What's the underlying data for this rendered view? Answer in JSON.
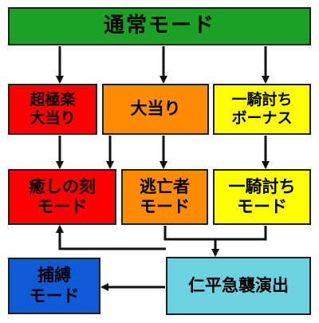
{
  "colors": {
    "normal": "#1aa126",
    "super": "#ff0000",
    "bonus": "#ff8c00",
    "ikki": "#ffff00",
    "capture": "#0f5ad6",
    "attack": "#6cd2e0",
    "arrow": "#111111"
  },
  "nodes": {
    "normal_mode": "通常モード",
    "super_kyokuraku": "超極楽\n大当り",
    "big_bonus": "大当り",
    "ikki_bonus": "一騎討ち\nボーナス",
    "iyashi_mode": "癒しの刻\nモード",
    "escape_mode": "逃亡者\nモード",
    "ikki_mode": "一騎討ち\nモード",
    "capture_mode": "捕縛\nモード",
    "jinpei_attack": "仁平急襲演出"
  }
}
